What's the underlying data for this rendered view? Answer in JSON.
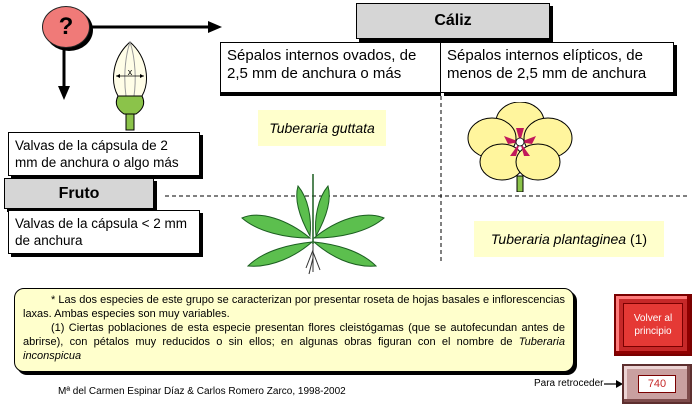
{
  "question_mark": "?",
  "caliz": {
    "title": "Cáliz",
    "option_left": "Sépalos internos ovados, de 2,5 mm de anchura o más",
    "option_right": "Sépalos internos elípticos, de menos de 2,5 mm de anchura"
  },
  "fruto": {
    "title": "Fruto",
    "option_top": "Valvas de la cápsula de 2 mm de anchura o algo más",
    "option_bottom": "Valvas de la cápsula < 2 mm de anchura"
  },
  "capsule_label": "x",
  "species": {
    "guttata": "Tuberaria guttata",
    "plantaginea": "Tuberaria plantaginea",
    "plantaginea_ref": " (1)"
  },
  "note": {
    "para1": "* Las dos especies de este grupo se caracterizan por presentar roseta de hojas basales e inflorescencias laxas. Ambas especies son muy variables.",
    "para2_prefix": "(1) Ciertas poblaciones de esta especie presentan flores cleistógamas (que se autofecundan antes de abrirse), con pétalos muy reducidos o sin ellos; en algunas obras figuran con el nombre de ",
    "para2_species": "Tuberaria inconspicua"
  },
  "credit": "Mª del Carmen Espinar Díaz & Carlos Romero Zarco, 1998-2002",
  "nav": {
    "volver_label": "Volver al principio",
    "retroceder_label": "Para retroceder",
    "back_number": "740"
  },
  "colors": {
    "question_circle": "#f07a78",
    "species_box": "#ffffcc",
    "title_box": "#d6d6d6",
    "button_red": "#c62828",
    "leaf_green": "#4caf50",
    "flower_yellow": "#fff176"
  }
}
